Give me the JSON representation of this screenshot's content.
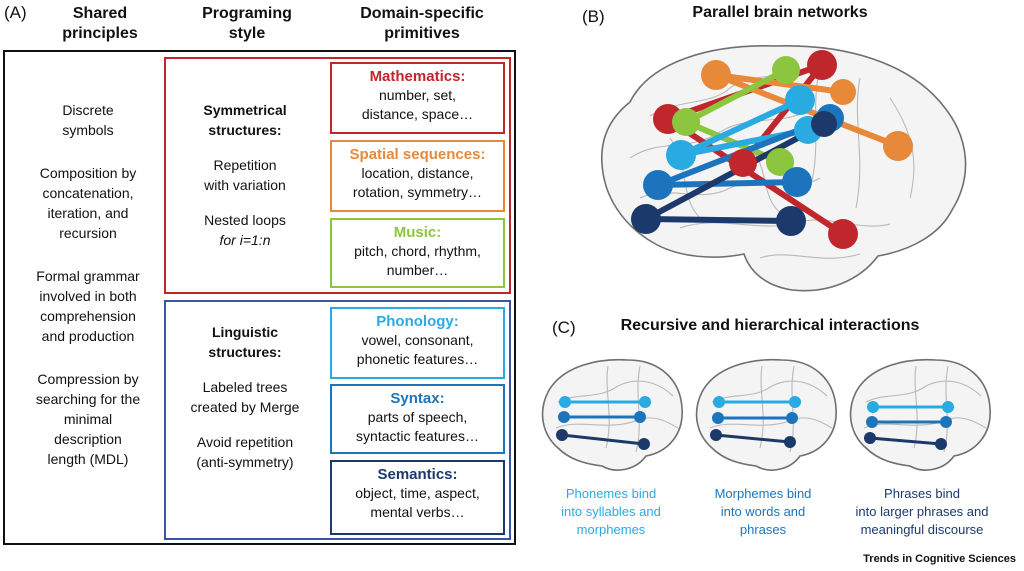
{
  "panel_a": {
    "label": "(A)",
    "headers": {
      "shared": [
        "Shared",
        "principles"
      ],
      "style": [
        "Programing",
        "style"
      ],
      "primitives": [
        "Domain-specific",
        "primitives"
      ]
    },
    "shared_principles": [
      [
        "Discrete",
        "symbols"
      ],
      [
        "Composition by",
        "concatenation,",
        "iteration, and",
        "recursion"
      ],
      [
        "Formal grammar",
        "involved in both",
        "comprehension",
        "and production"
      ],
      [
        "Compression by",
        "searching for the",
        "minimal",
        "description",
        "length (MDL)"
      ]
    ],
    "symmetrical": {
      "title": [
        "Symmetrical",
        "structures:"
      ],
      "items": [
        [
          "Repetition",
          "with variation"
        ],
        [
          "Nested loops",
          "for i=1:n"
        ]
      ]
    },
    "linguistic": {
      "title": [
        "Linguistic",
        "structures:"
      ],
      "items": [
        [
          "Labeled trees",
          "created by Merge"
        ],
        [
          "Avoid repetition",
          "(anti-symmetry)"
        ]
      ]
    },
    "domains": [
      {
        "title": "Mathematics:",
        "lines": [
          "number, set,",
          "distance, space…"
        ],
        "color": "#c0272d"
      },
      {
        "title": "Spatial sequences:",
        "lines": [
          "location, distance,",
          "rotation, symmetry…"
        ],
        "color": "#e8893a"
      },
      {
        "title": "Music:",
        "lines": [
          "pitch, chord, rhythm,",
          "number…"
        ],
        "color": "#8cc63f"
      },
      {
        "title": "Phonology:",
        "lines": [
          "vowel, consonant,",
          "phonetic features…"
        ],
        "color": "#29abe2"
      },
      {
        "title": "Syntax:",
        "lines": [
          "parts of speech,",
          "syntactic features…"
        ],
        "color": "#1c75bc"
      },
      {
        "title": "Semantics:",
        "lines": [
          "object, time, aspect,",
          "mental verbs…"
        ],
        "color": "#1b3a6b"
      }
    ],
    "colors": {
      "outer": "#111111",
      "symmetrical_box": "#c0272d",
      "linguistic_box": "#3a55a4"
    }
  },
  "panel_b": {
    "label": "(B)",
    "title": "Parallel brain networks"
  },
  "panel_c": {
    "label": "(C)",
    "title": "Recursive and hierarchical interactions",
    "captions": [
      {
        "lines": [
          "Phonemes bind",
          "into syllables and",
          "morphemes"
        ],
        "color": "#29abe2"
      },
      {
        "lines": [
          "Morphemes bind",
          "into words and",
          "phrases"
        ],
        "color": "#1c75bc"
      },
      {
        "lines": [
          "Phrases bind",
          "into larger phrases and",
          "meaningful discourse"
        ],
        "color": "#1b3a6b"
      }
    ]
  },
  "footer": "Trends in Cognitive Sciences"
}
